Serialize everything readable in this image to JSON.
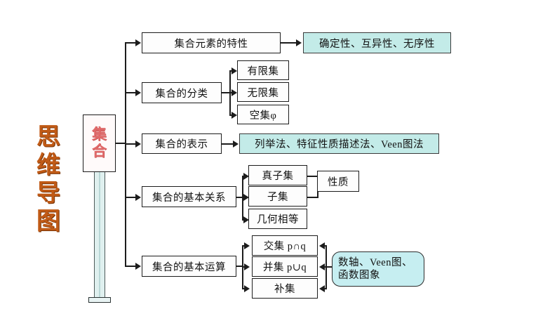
{
  "title": {
    "chars": [
      "思",
      "维",
      "导",
      "图"
    ],
    "color": "#c05a16"
  },
  "center_node": {
    "chars": [
      "集",
      "合"
    ],
    "color": "#e06a6a"
  },
  "branches": [
    {
      "id": "characteristics",
      "label": "集合元素的特性",
      "detail": "确定性、互异性、无序性"
    },
    {
      "id": "classification",
      "label": "集合的分类",
      "children": [
        "有限集",
        "无限集",
        "空集φ"
      ]
    },
    {
      "id": "representation",
      "label": "集合的表示",
      "detail": "列举法、特征性质描述法、Veen图法"
    },
    {
      "id": "relations",
      "label": "集合的基本关系",
      "children": [
        "真子集",
        "子集",
        "几何相等"
      ],
      "property": "性质"
    },
    {
      "id": "operations",
      "label": "集合的基本运算",
      "children": [
        "交集  p∩q",
        "并集  p∪q",
        "补集"
      ],
      "method": "数轴、Veen图、函数图象"
    }
  ],
  "colors": {
    "highlight": "#c3ebe8",
    "rounded_highlight": "#c6eef1",
    "line": "#1c1c1c",
    "box_fill": "#fdfdfd"
  }
}
